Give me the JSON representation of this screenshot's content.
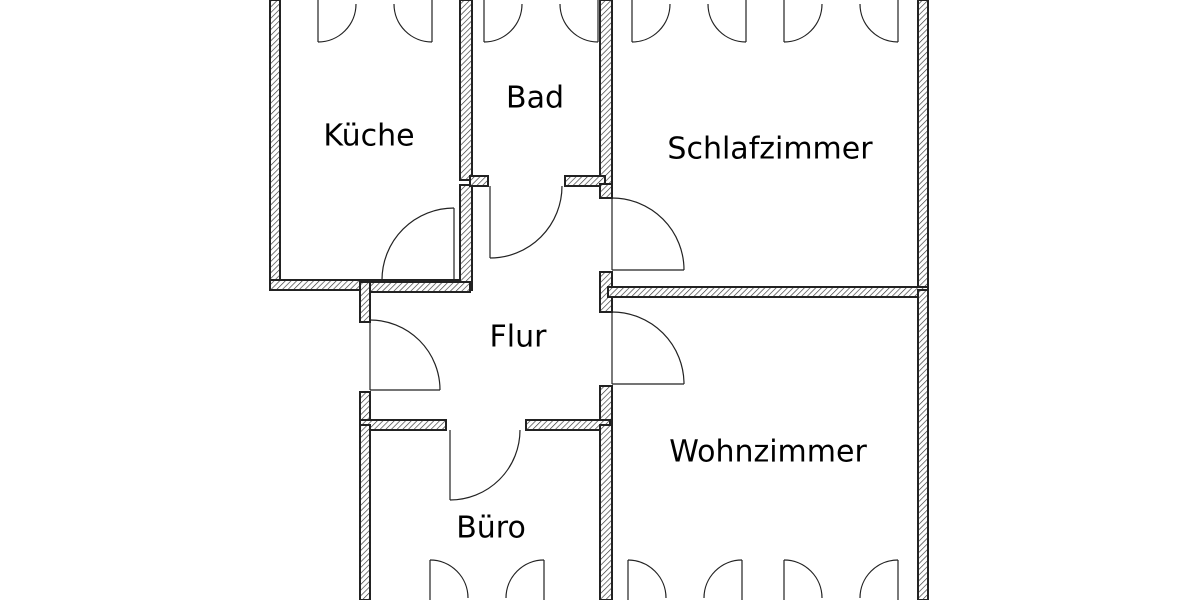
{
  "colors": {
    "ink": "#222222",
    "background": "#ffffff"
  },
  "rooms": {
    "kueche": {
      "label": "Küche"
    },
    "bad": {
      "label": "Bad"
    },
    "schlafzimmer": {
      "label": "Schlafzimmer"
    },
    "flur": {
      "label": "Flur"
    },
    "wohnzimmer": {
      "label": "Wohnzimmer"
    },
    "buero": {
      "label": "Büro"
    }
  }
}
